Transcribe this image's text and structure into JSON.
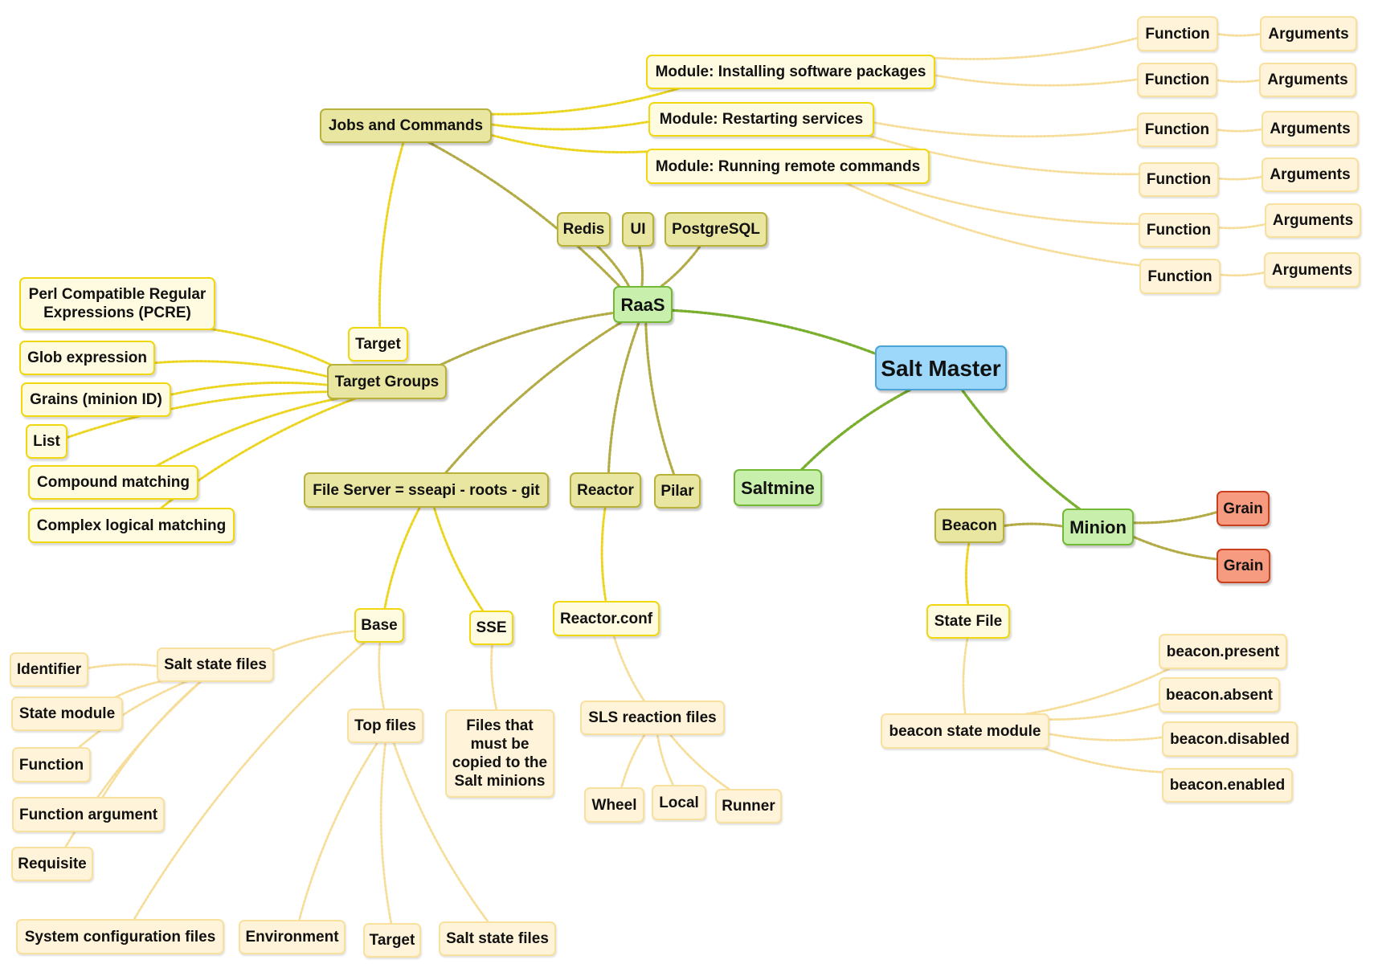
{
  "diagram": {
    "colors": {
      "blue_node": "#9dd8fb",
      "green_node": "#c9efad",
      "olive_node": "#e9e6a2",
      "yellow_node": "#fffbe0",
      "cream_node": "#fff4d9",
      "red_node": "#f79b80",
      "edge_green": "#7aae2e",
      "edge_olive": "#b3ab45",
      "edge_yellow": "#ecd520",
      "edge_cream": "#f6dd9a"
    },
    "nodes": [
      {
        "id": "salt_master",
        "label": "Salt Master",
        "style": "blue"
      },
      {
        "id": "raas",
        "label": "RaaS",
        "style": "green"
      },
      {
        "id": "saltmine",
        "label": "Saltmine",
        "style": "green"
      },
      {
        "id": "minion",
        "label": "Minion",
        "style": "green"
      },
      {
        "id": "grain1",
        "label": "Grain",
        "style": "red"
      },
      {
        "id": "grain2",
        "label": "Grain",
        "style": "red"
      },
      {
        "id": "beacon",
        "label": "Beacon",
        "style": "olive"
      },
      {
        "id": "state_file",
        "label": "State File",
        "style": "yellow"
      },
      {
        "id": "beacon_state_module",
        "label": "beacon state module",
        "style": "cream"
      },
      {
        "id": "beacon_present",
        "label": "beacon.present",
        "style": "cream"
      },
      {
        "id": "beacon_absent",
        "label": "beacon.absent",
        "style": "cream"
      },
      {
        "id": "beacon_disabled",
        "label": "beacon.disabled",
        "style": "cream"
      },
      {
        "id": "beacon_enabled",
        "label": "beacon.enabled",
        "style": "cream"
      },
      {
        "id": "redis",
        "label": "Redis",
        "style": "olive"
      },
      {
        "id": "ui",
        "label": "UI",
        "style": "olive"
      },
      {
        "id": "postgresql",
        "label": "PostgreSQL",
        "style": "olive"
      },
      {
        "id": "jobs",
        "label": "Jobs and Commands",
        "style": "olive"
      },
      {
        "id": "mod_install",
        "label": "Module: Installing software packages",
        "style": "yellow"
      },
      {
        "id": "mod_restart",
        "label": "Module: Restarting services",
        "style": "yellow"
      },
      {
        "id": "mod_remote",
        "label": "Module: Running remote commands",
        "style": "yellow"
      },
      {
        "id": "func1",
        "label": "Function",
        "style": "cream"
      },
      {
        "id": "func2",
        "label": "Function",
        "style": "cream"
      },
      {
        "id": "func3",
        "label": "Function",
        "style": "cream"
      },
      {
        "id": "func4",
        "label": "Function",
        "style": "cream"
      },
      {
        "id": "func5",
        "label": "Function",
        "style": "cream"
      },
      {
        "id": "func6",
        "label": "Function",
        "style": "cream"
      },
      {
        "id": "args1",
        "label": "Arguments",
        "style": "cream"
      },
      {
        "id": "args2",
        "label": "Arguments",
        "style": "cream"
      },
      {
        "id": "args3",
        "label": "Arguments",
        "style": "cream"
      },
      {
        "id": "args4",
        "label": "Arguments",
        "style": "cream"
      },
      {
        "id": "args5",
        "label": "Arguments",
        "style": "cream"
      },
      {
        "id": "args6",
        "label": "Arguments",
        "style": "cream"
      },
      {
        "id": "target_groups",
        "label": "Target Groups",
        "style": "olive"
      },
      {
        "id": "target_top",
        "label": "Target",
        "style": "yellow"
      },
      {
        "id": "pcre",
        "label": "Perl Compatible Regular Expressions (PCRE)",
        "style": "yellow"
      },
      {
        "id": "glob",
        "label": "Glob expression",
        "style": "yellow"
      },
      {
        "id": "grains_id",
        "label": "Grains (minion ID)",
        "style": "yellow"
      },
      {
        "id": "list",
        "label": "List",
        "style": "yellow"
      },
      {
        "id": "compound",
        "label": "Compound matching",
        "style": "yellow"
      },
      {
        "id": "complex",
        "label": "Complex logical matching",
        "style": "yellow"
      },
      {
        "id": "file_server",
        "label": "File Server = sseapi - roots - git",
        "style": "olive"
      },
      {
        "id": "reactor",
        "label": "Reactor",
        "style": "olive"
      },
      {
        "id": "pilar",
        "label": "Pilar",
        "style": "olive"
      },
      {
        "id": "base",
        "label": "Base",
        "style": "yellow"
      },
      {
        "id": "sse",
        "label": "SSE",
        "style": "yellow"
      },
      {
        "id": "files_copied",
        "label": "Files that must be copied to the Salt minions",
        "style": "cream"
      },
      {
        "id": "salt_state_files",
        "label": "Salt state files",
        "style": "cream"
      },
      {
        "id": "identifier",
        "label": "Identifier",
        "style": "cream"
      },
      {
        "id": "state_module",
        "label": "State module",
        "style": "cream"
      },
      {
        "id": "function_leaf",
        "label": "Function",
        "style": "cream"
      },
      {
        "id": "function_argument",
        "label": "Function argument",
        "style": "cream"
      },
      {
        "id": "requisite",
        "label": "Requisite",
        "style": "cream"
      },
      {
        "id": "top_files",
        "label": "Top files",
        "style": "cream"
      },
      {
        "id": "sys_config",
        "label": "System configuration files",
        "style": "cream"
      },
      {
        "id": "environment",
        "label": "Environment",
        "style": "cream"
      },
      {
        "id": "target_bottom",
        "label": "Target",
        "style": "cream"
      },
      {
        "id": "salt_state_files2",
        "label": "Salt state files",
        "style": "cream"
      },
      {
        "id": "reactor_conf",
        "label": "Reactor.conf",
        "style": "yellow"
      },
      {
        "id": "sls_reaction",
        "label": "SLS reaction files",
        "style": "cream"
      },
      {
        "id": "wheel",
        "label": "Wheel",
        "style": "cream"
      },
      {
        "id": "local",
        "label": "Local",
        "style": "cream"
      },
      {
        "id": "runner",
        "label": "Runner",
        "style": "cream"
      }
    ],
    "edges": [
      {
        "from": "salt_master",
        "to": "raas",
        "style": "green"
      },
      {
        "from": "salt_master",
        "to": "saltmine",
        "style": "green"
      },
      {
        "from": "salt_master",
        "to": "minion",
        "style": "green"
      },
      {
        "from": "minion",
        "to": "grain1",
        "style": "olive"
      },
      {
        "from": "minion",
        "to": "grain2",
        "style": "olive"
      },
      {
        "from": "minion",
        "to": "beacon",
        "style": "olive"
      },
      {
        "from": "beacon",
        "to": "state_file",
        "style": "yellow"
      },
      {
        "from": "state_file",
        "to": "beacon_state_module",
        "style": "cream"
      },
      {
        "from": "beacon_state_module",
        "to": "beacon_present",
        "style": "cream"
      },
      {
        "from": "beacon_state_module",
        "to": "beacon_absent",
        "style": "cream"
      },
      {
        "from": "beacon_state_module",
        "to": "beacon_disabled",
        "style": "cream"
      },
      {
        "from": "beacon_state_module",
        "to": "beacon_enabled",
        "style": "cream"
      },
      {
        "from": "raas",
        "to": "redis",
        "style": "olive"
      },
      {
        "from": "raas",
        "to": "ui",
        "style": "olive"
      },
      {
        "from": "raas",
        "to": "postgresql",
        "style": "olive"
      },
      {
        "from": "raas",
        "to": "jobs",
        "style": "olive"
      },
      {
        "from": "raas",
        "to": "target_groups",
        "style": "olive"
      },
      {
        "from": "raas",
        "to": "file_server",
        "style": "olive"
      },
      {
        "from": "raas",
        "to": "reactor",
        "style": "olive"
      },
      {
        "from": "raas",
        "to": "pilar",
        "style": "olive"
      },
      {
        "from": "jobs",
        "to": "mod_install",
        "style": "yellow"
      },
      {
        "from": "jobs",
        "to": "mod_restart",
        "style": "yellow"
      },
      {
        "from": "jobs",
        "to": "mod_remote",
        "style": "yellow"
      },
      {
        "from": "jobs",
        "to": "target_top",
        "style": "yellow"
      },
      {
        "from": "mod_install",
        "to": "func1",
        "style": "cream"
      },
      {
        "from": "mod_install",
        "to": "func2",
        "style": "cream"
      },
      {
        "from": "mod_restart",
        "to": "func3",
        "style": "cream"
      },
      {
        "from": "mod_restart",
        "to": "func4",
        "style": "cream"
      },
      {
        "from": "mod_remote",
        "to": "func5",
        "style": "cream"
      },
      {
        "from": "mod_remote",
        "to": "func6",
        "style": "cream"
      },
      {
        "from": "func1",
        "to": "args1",
        "style": "cream"
      },
      {
        "from": "func2",
        "to": "args2",
        "style": "cream"
      },
      {
        "from": "func3",
        "to": "args3",
        "style": "cream"
      },
      {
        "from": "func4",
        "to": "args4",
        "style": "cream"
      },
      {
        "from": "func5",
        "to": "args5",
        "style": "cream"
      },
      {
        "from": "func6",
        "to": "args6",
        "style": "cream"
      },
      {
        "from": "target_groups",
        "to": "pcre",
        "style": "yellow"
      },
      {
        "from": "target_groups",
        "to": "glob",
        "style": "yellow"
      },
      {
        "from": "target_groups",
        "to": "grains_id",
        "style": "yellow"
      },
      {
        "from": "target_groups",
        "to": "list",
        "style": "yellow"
      },
      {
        "from": "target_groups",
        "to": "compound",
        "style": "yellow"
      },
      {
        "from": "target_groups",
        "to": "complex",
        "style": "yellow"
      },
      {
        "from": "file_server",
        "to": "base",
        "style": "yellow"
      },
      {
        "from": "file_server",
        "to": "sse",
        "style": "yellow"
      },
      {
        "from": "sse",
        "to": "files_copied",
        "style": "cream"
      },
      {
        "from": "base",
        "to": "salt_state_files",
        "style": "cream"
      },
      {
        "from": "base",
        "to": "top_files",
        "style": "cream"
      },
      {
        "from": "base",
        "to": "sys_config",
        "style": "cream"
      },
      {
        "from": "salt_state_files",
        "to": "identifier",
        "style": "cream"
      },
      {
        "from": "salt_state_files",
        "to": "state_module",
        "style": "cream"
      },
      {
        "from": "salt_state_files",
        "to": "function_leaf",
        "style": "cream"
      },
      {
        "from": "salt_state_files",
        "to": "function_argument",
        "style": "cream"
      },
      {
        "from": "salt_state_files",
        "to": "requisite",
        "style": "cream"
      },
      {
        "from": "top_files",
        "to": "environment",
        "style": "cream"
      },
      {
        "from": "top_files",
        "to": "target_bottom",
        "style": "cream"
      },
      {
        "from": "top_files",
        "to": "salt_state_files2",
        "style": "cream"
      },
      {
        "from": "reactor",
        "to": "reactor_conf",
        "style": "yellow"
      },
      {
        "from": "reactor_conf",
        "to": "sls_reaction",
        "style": "cream"
      },
      {
        "from": "sls_reaction",
        "to": "wheel",
        "style": "cream"
      },
      {
        "from": "sls_reaction",
        "to": "local",
        "style": "cream"
      },
      {
        "from": "sls_reaction",
        "to": "runner",
        "style": "cream"
      }
    ]
  }
}
